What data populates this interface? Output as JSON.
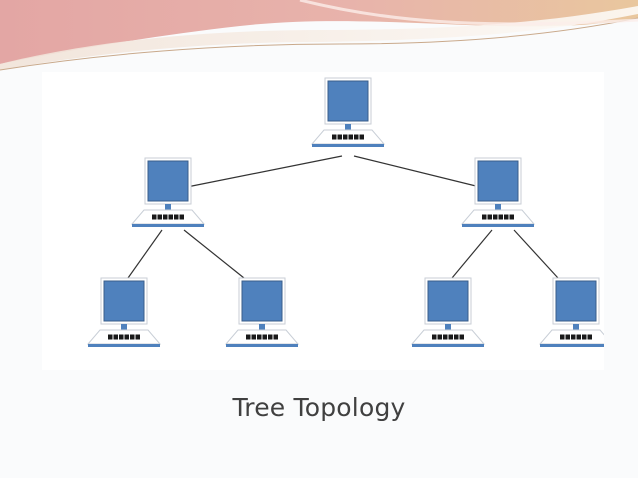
{
  "slide": {
    "caption": "Tree Topology"
  },
  "colors": {
    "screen": "#4f81bd",
    "screen_border": "#385d8a",
    "bezel": "#ffffff",
    "keyboard": "#4f81bd",
    "keys": "#1a1a1a",
    "link": "#333333",
    "header_pink": "#e6a9a9",
    "header_gold": "#e8c99a"
  },
  "diagram": {
    "nodes": [
      {
        "id": "root",
        "level": 0
      },
      {
        "id": "left-hub",
        "level": 1,
        "parent": "root"
      },
      {
        "id": "right-hub",
        "level": 1,
        "parent": "root"
      },
      {
        "id": "leaf-1",
        "level": 2,
        "parent": "left-hub"
      },
      {
        "id": "leaf-2",
        "level": 2,
        "parent": "left-hub"
      },
      {
        "id": "leaf-3",
        "level": 2,
        "parent": "right-hub"
      },
      {
        "id": "leaf-4",
        "level": 2,
        "parent": "right-hub"
      }
    ]
  }
}
